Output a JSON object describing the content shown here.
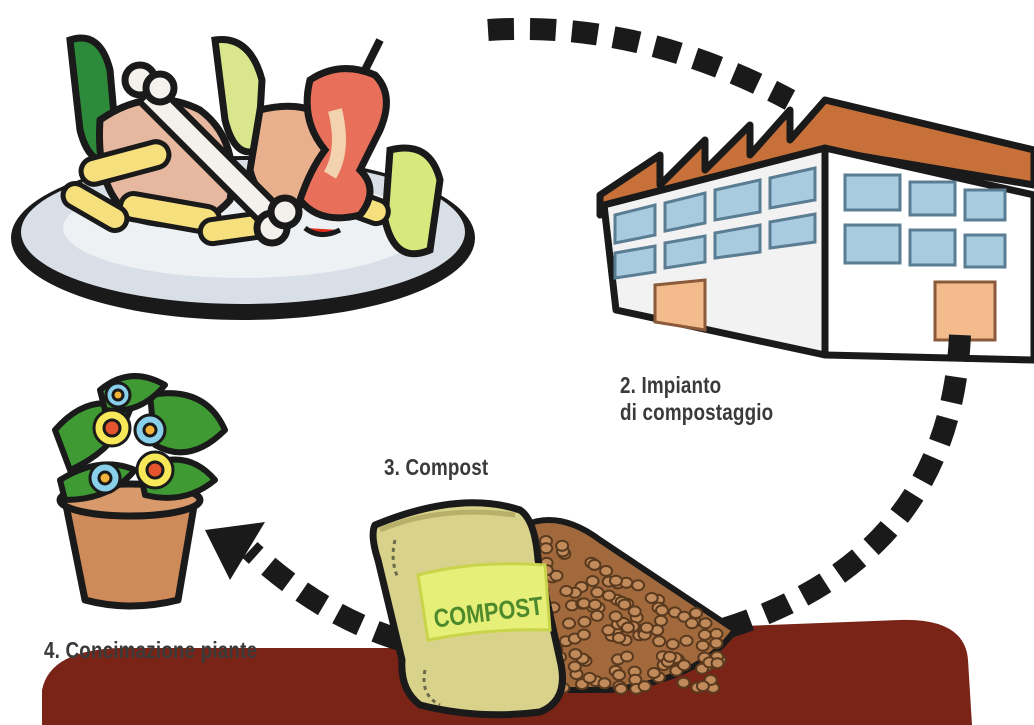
{
  "steps": [
    {
      "number": "2.",
      "line1": "Impianto",
      "line2": "di compostaggio"
    },
    {
      "number": "3.",
      "line1": "Compost"
    },
    {
      "number": "4.",
      "line1": "Concimazione piante"
    }
  ],
  "bag_label": "COMPOST",
  "colors": {
    "arrow": "#1a1a1a",
    "ground": "#7a2418",
    "building_roof": "#c8703a",
    "building_wall": "#f2f2f2",
    "window": "#a9cbe0",
    "door": "#f3bb8c",
    "bag": "#d9d28a",
    "bag_label_bg": "#e6f078",
    "bag_label_text": "#4e8a2c",
    "granules": "#a26a3c",
    "pot": "#cf8a5a",
    "leaves": "#3f9a34",
    "plate": "#d9dfe6"
  }
}
